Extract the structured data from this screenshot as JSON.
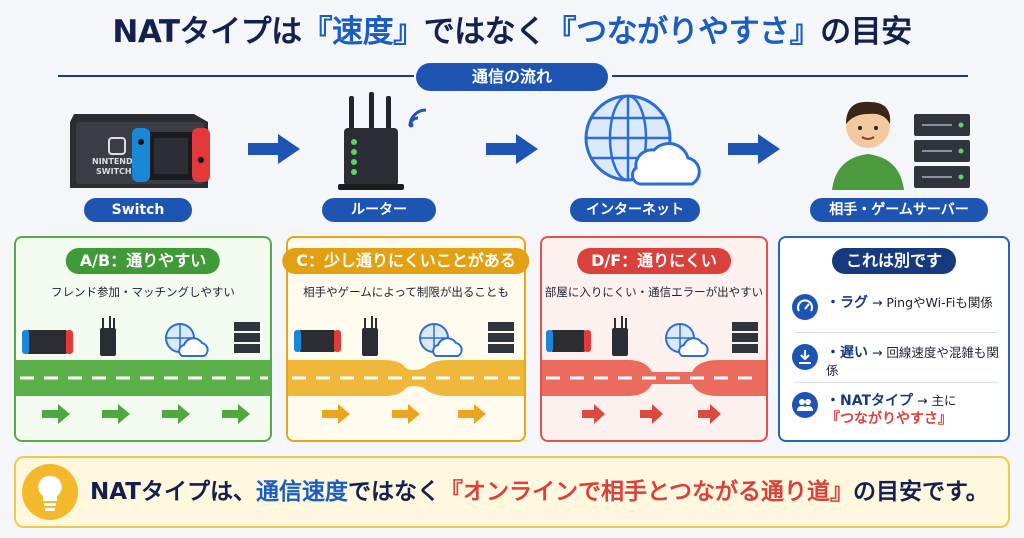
{
  "title": {
    "part1": "NATタイプは",
    "highlight1": "『速度』",
    "part2": "ではなく",
    "highlight2": "『つながりやすさ』",
    "part3": "の目安"
  },
  "flow": {
    "label": "通信の流れ",
    "devices": [
      {
        "label": "Switch",
        "icon": "switch-console-icon"
      },
      {
        "label": "ルーター",
        "icon": "router-icon"
      },
      {
        "label": "インターネット",
        "icon": "globe-cloud-icon"
      },
      {
        "label": "相手・ゲームサーバー",
        "icon": "person-server-icon"
      }
    ],
    "switch_logo": "NINTENDO\nSWITCH"
  },
  "cards": {
    "ab": {
      "badge": "A/B：通りやすい",
      "desc": "フレンド参加・マッチングしやすい"
    },
    "c": {
      "badge": "C：少し通りにくいことがある",
      "desc": "相手やゲームによって制限が出ることも"
    },
    "df": {
      "badge": "D/F：通りにくい",
      "desc": "部屋に入りにくい・通信エラーが出やすい"
    },
    "other": {
      "badge": "これは別です",
      "items": [
        {
          "icon": "speedometer-icon",
          "term": "・ラグ",
          "arrow": " → ",
          "note": "PingやWi-Fiも関係"
        },
        {
          "icon": "download-icon",
          "term": "・遅い",
          "arrow": " → ",
          "note": "回線速度や混雑も関係"
        },
        {
          "icon": "users-icon",
          "term": "・NATタイプ",
          "arrow": " → ",
          "note": "主に",
          "note2": "『つながりやすさ』"
        }
      ]
    }
  },
  "summary": {
    "part1": "NATタイプは、",
    "blue": "通信速度",
    "part2": "ではなく",
    "red": "『オンラインで相手とつながる通り道』",
    "part3": "の目安です。"
  },
  "colors": {
    "navy": "#14204d",
    "blue": "#1e55b3",
    "green": "#3f9a37",
    "yellow": "#e3a012",
    "red": "#d9423c"
  }
}
